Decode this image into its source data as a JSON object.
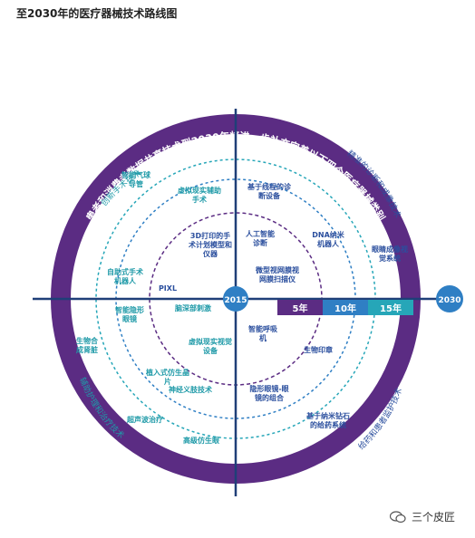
{
  "title": "至2030年的医疗器械技术路线图",
  "ring_text": "患者和消费者数据共享技术到2030年将进一步补充完善以下四个医疗器械类别",
  "quadrants": {
    "top_left": "创新手术技术",
    "top_right": "精准的诊断和成像技术",
    "bottom_left": "辅助护理和治疗技术",
    "bottom_right": "给药和患者监护技术"
  },
  "timeline": {
    "start": "2015",
    "end": "2030",
    "segments": [
      "5年",
      "10年",
      "15年"
    ]
  },
  "technologies": [
    "智能气球导管",
    "虚拟现实辅助手术",
    "3D打印的手术计划模型和仪器",
    "自助式手术机器人",
    "PIXL",
    "基于线程的诊断设备",
    "人工智能诊断",
    "DNA纳米机器人",
    "眼睛成像视觉系统",
    "微型视网膜视网膜扫描仪",
    "智能隐形眼镜",
    "脑深部刺激",
    "生物合成肾脏",
    "虚拟现实视觉设备",
    "植入式仿生晶片",
    "神经义肢技术",
    "超声波治疗",
    "高级仿生眼",
    "智能呼吸机",
    "生物印章",
    "隐形眼镜-眼镜的组合",
    "基于纳米钻石的给药系统"
  ],
  "watermark": "三个皮匠",
  "colors": {
    "ring": "#5b2c83",
    "axis": "#1f3f78",
    "teal": "#26a6b8",
    "blue": "#2f7fc4",
    "purple_dash": "#5b2c83",
    "label_blue": "#2b4f9e",
    "label_teal": "#1f9aa8"
  }
}
